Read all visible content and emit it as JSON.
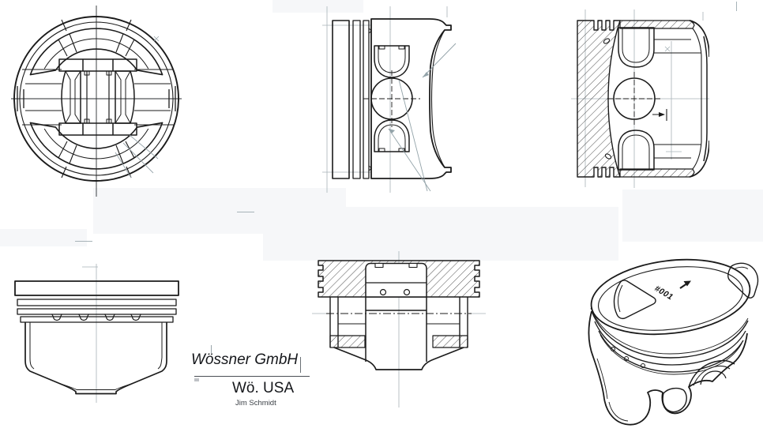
{
  "title_block": {
    "company": "Wössner GmbH",
    "region": "Wö. USA",
    "author": "Jim Schmidt"
  },
  "crown_marking": {
    "text": "#001"
  },
  "colors": {
    "line_primary": "#1b1b1b",
    "line_construction": "#a7b3b8",
    "hatch": "#3a3a3a",
    "background": "#ffffff",
    "patch": "#f6f7f9"
  }
}
